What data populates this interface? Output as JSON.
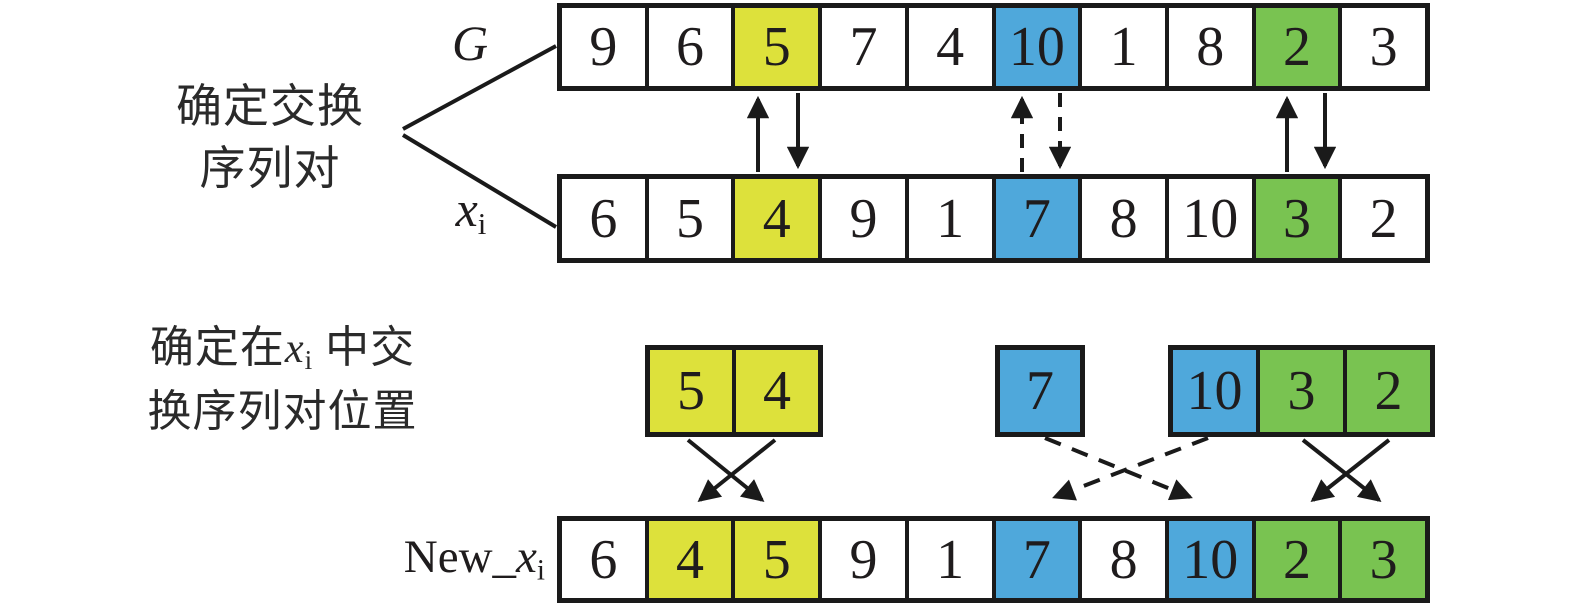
{
  "labels": {
    "step1": {
      "line1": "确定交换",
      "line2": "序列对"
    },
    "step2": {
      "l1a": "确定在",
      "var": "x",
      "sub": "i",
      "l1b": "中交",
      "line2": "换序列对位置"
    },
    "g": "G",
    "xi_var": "x",
    "xi_sub": "i",
    "new_prefix": "New_",
    "new_var": "x",
    "new_sub": "i"
  },
  "colors": {
    "yellow": "#dde13b",
    "blue": "#4fa8db",
    "green": "#79c351",
    "line": "#1a1a1a"
  },
  "rows": {
    "g": {
      "cells": [
        {
          "v": "9"
        },
        {
          "v": "6"
        },
        {
          "v": "5",
          "c": "yellow"
        },
        {
          "v": "7"
        },
        {
          "v": "4"
        },
        {
          "v": "10",
          "c": "blue"
        },
        {
          "v": "1"
        },
        {
          "v": "8"
        },
        {
          "v": "2",
          "c": "green"
        },
        {
          "v": "3"
        }
      ]
    },
    "xi": {
      "cells": [
        {
          "v": "6"
        },
        {
          "v": "5"
        },
        {
          "v": "4",
          "c": "yellow"
        },
        {
          "v": "9"
        },
        {
          "v": "1"
        },
        {
          "v": "7",
          "c": "blue"
        },
        {
          "v": "8"
        },
        {
          "v": "10"
        },
        {
          "v": "3",
          "c": "green"
        },
        {
          "v": "2"
        }
      ]
    },
    "new_xi": {
      "cells": [
        {
          "v": "6"
        },
        {
          "v": "4",
          "c": "yellow"
        },
        {
          "v": "5",
          "c": "yellow"
        },
        {
          "v": "9"
        },
        {
          "v": "1"
        },
        {
          "v": "7",
          "c": "blue"
        },
        {
          "v": "8"
        },
        {
          "v": "10",
          "c": "blue"
        },
        {
          "v": "2",
          "c": "green"
        },
        {
          "v": "3",
          "c": "green"
        }
      ]
    }
  },
  "pair_boxes": {
    "yellow_pair": {
      "cells": [
        {
          "v": "5",
          "c": "yellow"
        },
        {
          "v": "4",
          "c": "yellow"
        }
      ]
    },
    "blue_single": {
      "cells": [
        {
          "v": "7",
          "c": "blue"
        }
      ]
    },
    "mixed_triple": {
      "cells": [
        {
          "v": "10",
          "c": "blue"
        },
        {
          "v": "3",
          "c": "green"
        },
        {
          "v": "2",
          "c": "green"
        }
      ]
    }
  }
}
